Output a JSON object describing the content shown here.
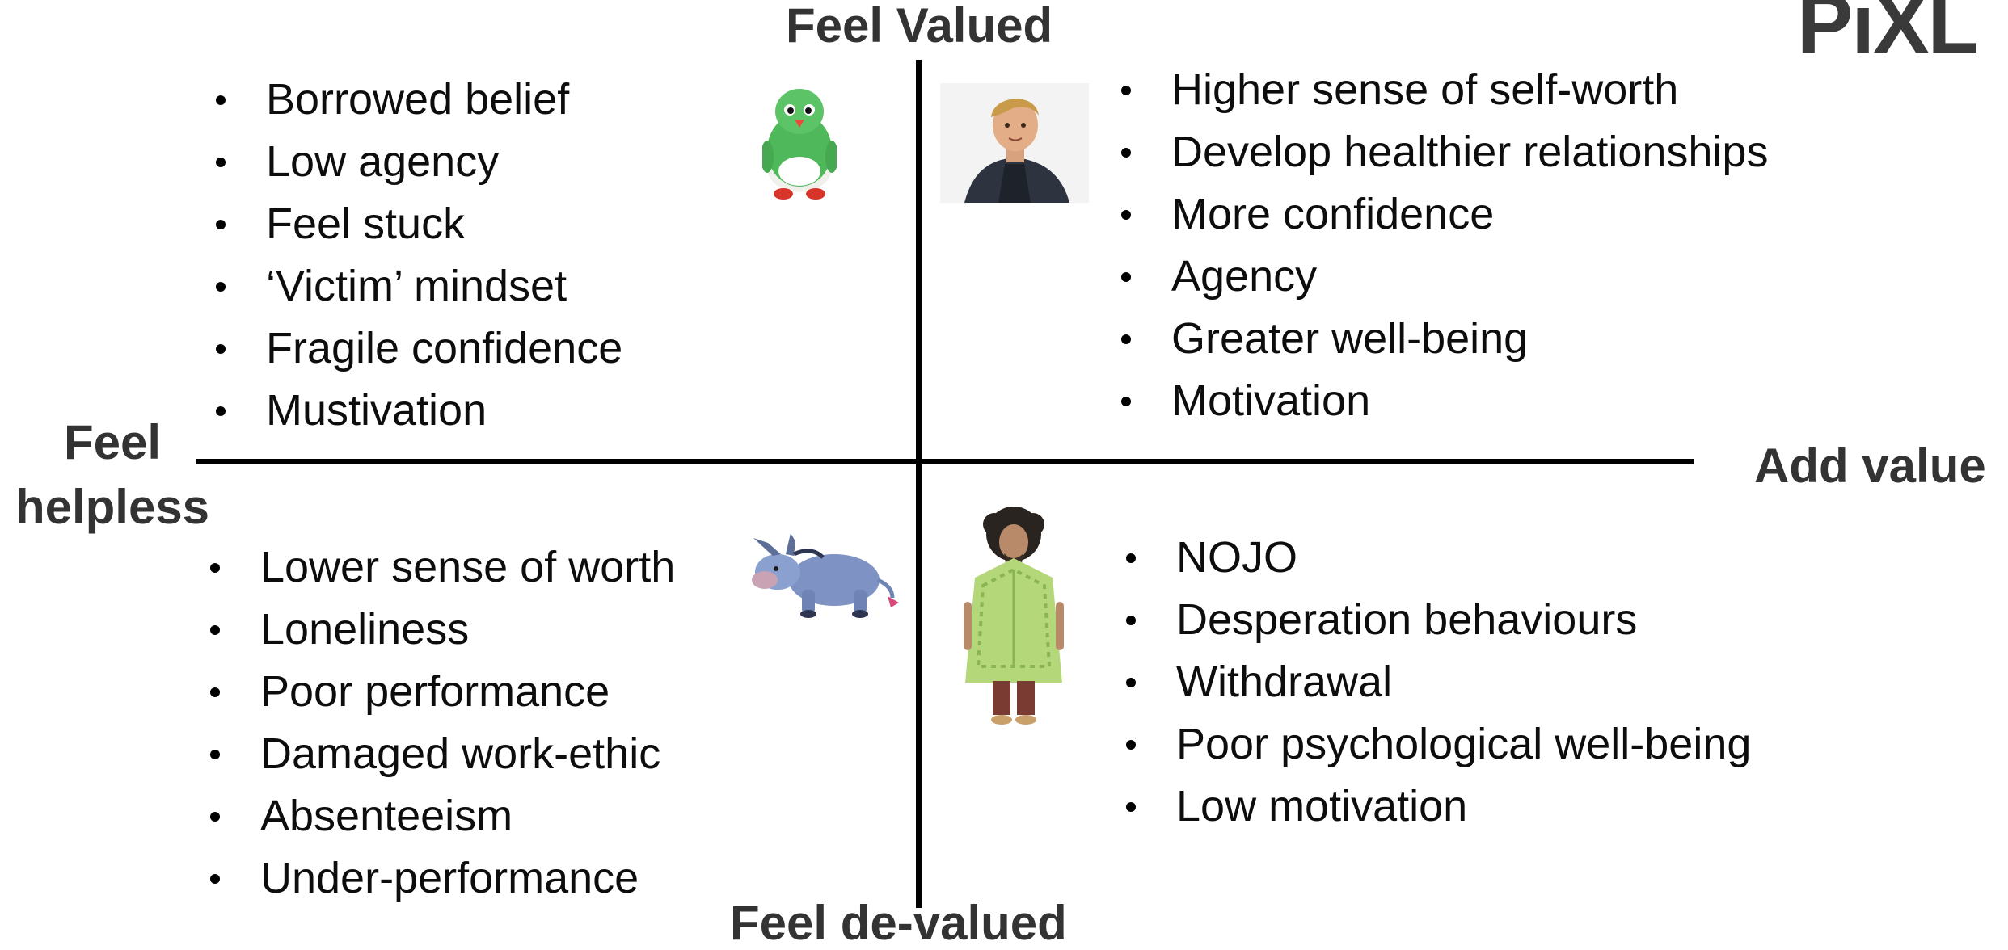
{
  "logo": "PiXL",
  "axes": {
    "top": "Feel Valued",
    "bottom": "Feel de-valued",
    "left_line1": "Feel",
    "left_line2": "helpless",
    "right": "Add value"
  },
  "quadrants": {
    "top_left": {
      "image": "green-penguin-plush",
      "items": [
        "Borrowed belief",
        "Low agency",
        "Feel stuck",
        "‘Victim’ mindset",
        "Fragile confidence",
        "Mustivation"
      ]
    },
    "top_right": {
      "image": "kristoff-character",
      "items": [
        "Higher sense of self-worth",
        "Develop healthier relationships",
        "More confidence",
        "Agency",
        "Greater well-being",
        "Motivation"
      ]
    },
    "bottom_left": {
      "image": "eeyore-donkey",
      "items": [
        "Lower sense of worth",
        "Loneliness",
        "Poor performance",
        "Damaged work-ethic",
        "Absenteeism",
        "Under-performance"
      ]
    },
    "bottom_right": {
      "image": "bruno-character-figure",
      "items": [
        "NOJO",
        "Desperation behaviours",
        "Withdrawal",
        "Poor psychological well-being",
        "Low motivation"
      ]
    }
  }
}
